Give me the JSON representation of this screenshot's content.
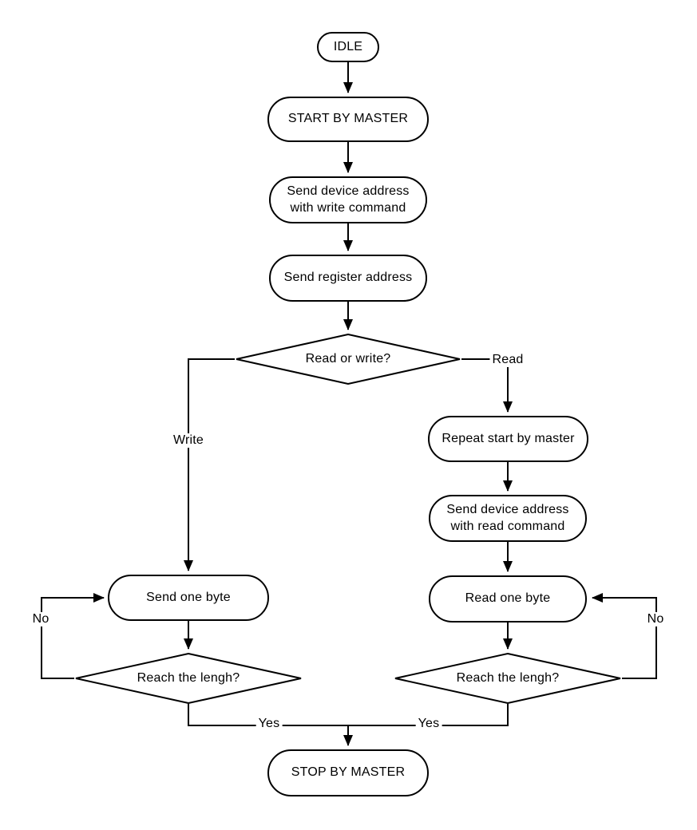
{
  "diagram_type": "flowchart",
  "colors": {
    "background": "#ffffff",
    "stroke": "#000000",
    "node_fill": "#ffffff",
    "text": "#000000"
  },
  "nodes": {
    "idle": "IDLE",
    "start_by_master": "START BY MASTER",
    "send_device_address_write": "Send device address\nwith write command",
    "send_register_address": "Send register address",
    "read_or_write": "Read or write?",
    "repeat_start_by_master": "Repeat start by master",
    "send_device_address_read": "Send device address\nwith read command",
    "send_one_byte": "Send one byte",
    "read_one_byte": "Read one byte",
    "reach_the_length_write": "Reach the lengh?",
    "reach_the_length_read": "Reach the lengh?",
    "stop_by_master": "STOP BY MASTER"
  },
  "edge_labels": {
    "write": "Write",
    "read": "Read",
    "no_write": "No",
    "no_read": "No",
    "yes_write": "Yes",
    "yes_read": "Yes"
  }
}
